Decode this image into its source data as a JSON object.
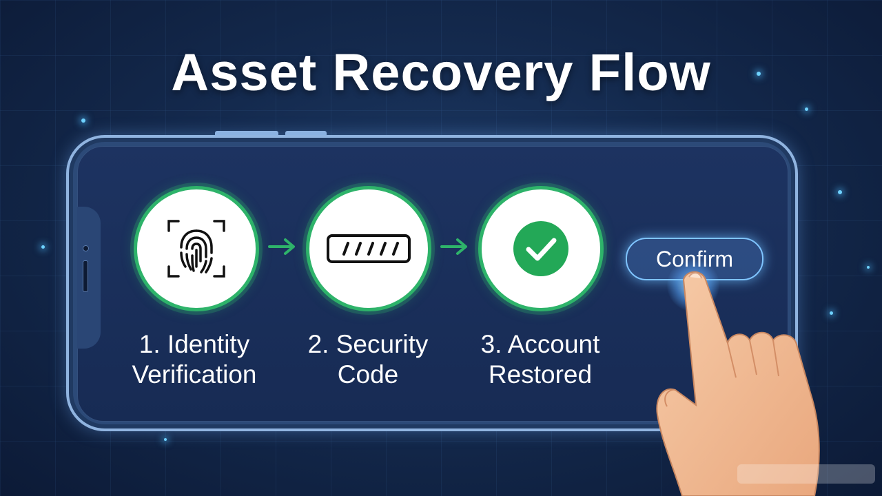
{
  "title": "Asset Recovery Flow",
  "steps": [
    {
      "label": "1. Identity\nVerification",
      "icon": "fingerprint-icon"
    },
    {
      "label": "2. Security\nCode",
      "icon": "password-field-icon"
    },
    {
      "label": "3. Account\nRestored",
      "icon": "check-circle-icon"
    }
  ],
  "confirm": {
    "label": "Confirm"
  },
  "colors": {
    "background": "#142a4e",
    "accent_green": "#2eb36a",
    "glow_blue": "#7fc4ff",
    "text": "#ffffff"
  }
}
